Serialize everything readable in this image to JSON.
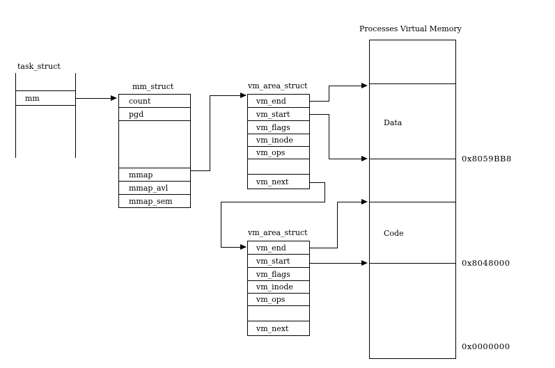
{
  "diagram": {
    "title_memory_column": "Processes Virtual Memory",
    "task_struct": {
      "caption": "task_struct",
      "fields": [
        "mm"
      ]
    },
    "mm_struct": {
      "caption": "mm_struct",
      "fields": [
        "count",
        "pgd",
        "",
        "mmap",
        "mmap_avl",
        "mmap_sem"
      ]
    },
    "vm_area_struct_1": {
      "caption": "vm_area_struct",
      "fields": [
        "vm_end",
        "vm_start",
        "vm_flags",
        "vm_inode",
        "vm_ops",
        "",
        "vm_next"
      ]
    },
    "vm_area_struct_2": {
      "caption": "vm_area_struct",
      "fields": [
        "vm_end",
        "vm_start",
        "vm_flags",
        "vm_inode",
        "vm_ops",
        "",
        "vm_next"
      ]
    },
    "memory": {
      "segments": [
        {
          "label": ""
        },
        {
          "label": "Data"
        },
        {
          "label": ""
        },
        {
          "label": "Code"
        },
        {
          "label": ""
        }
      ],
      "addresses": [
        "0x8059BB8",
        "0x8048000",
        "0x0000000"
      ]
    },
    "colors": {
      "line": "#000000",
      "background": "#ffffff",
      "text": "#000000"
    }
  }
}
